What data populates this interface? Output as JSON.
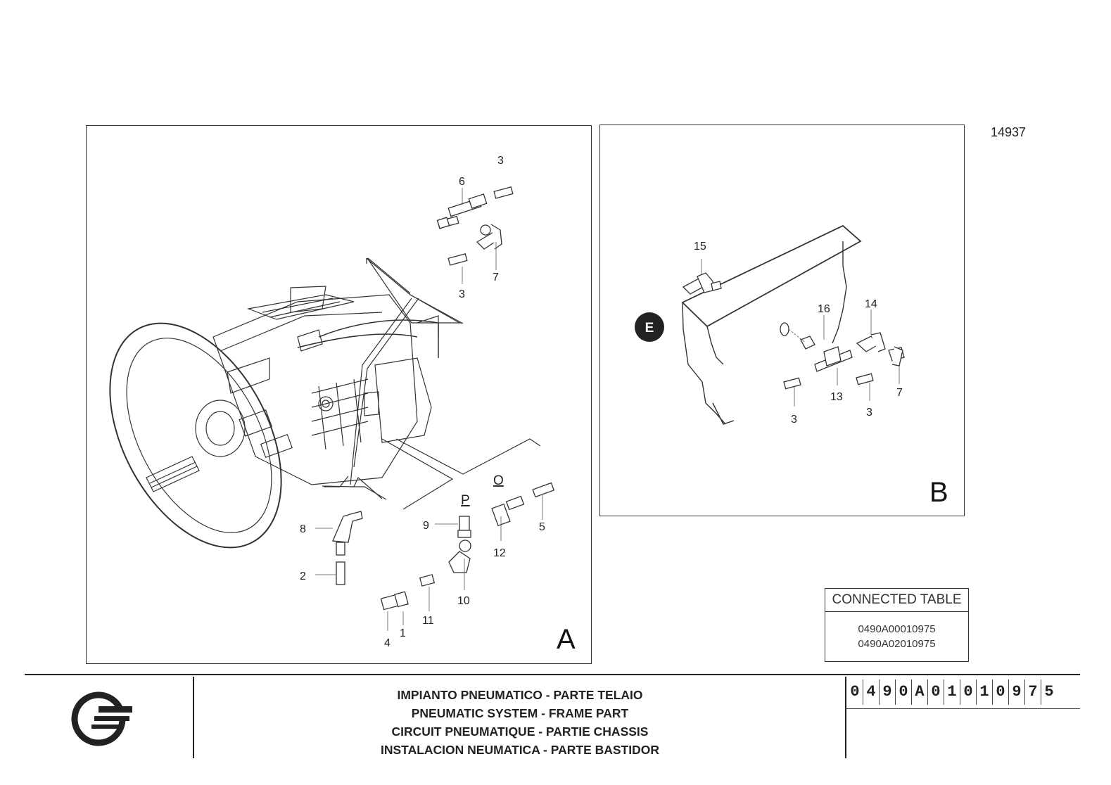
{
  "reference_number": "14937",
  "panels": {
    "a": {
      "letter": "A",
      "callouts": {
        "c3_top": "3",
        "c6": "6",
        "c7_top": "7",
        "c3_mid": "3",
        "c8": "8",
        "c2": "2",
        "c4": "4",
        "c1": "1",
        "c11": "11",
        "c9": "9",
        "c10": "10",
        "c12": "12",
        "c5": "5",
        "p_label": "P",
        "o_label": "O"
      }
    },
    "b": {
      "letter": "B",
      "marker_e": "E",
      "callouts": {
        "c15": "15",
        "c16": "16",
        "c14": "14",
        "c13": "13",
        "c3_left": "3",
        "c3_right": "3",
        "c7": "7"
      }
    }
  },
  "connected_table": {
    "title": "CONNECTED TABLE",
    "rows": [
      "0490A00010975",
      "0490A02010975"
    ]
  },
  "footer": {
    "titles": [
      "IMPIANTO PNEUMATICO - PARTE TELAIO",
      "PNEUMATIC SYSTEM - FRAME PART",
      "CIRCUIT PNEUMATIQUE - PARTIE CHASSIS",
      "INSTALACION NEUMATICA - PARTE BASTIDOR"
    ],
    "drawing_code": [
      "0",
      "4",
      "9",
      "0",
      "A",
      "0",
      "1",
      "0",
      "1",
      "0",
      "9",
      "7",
      "5"
    ]
  }
}
